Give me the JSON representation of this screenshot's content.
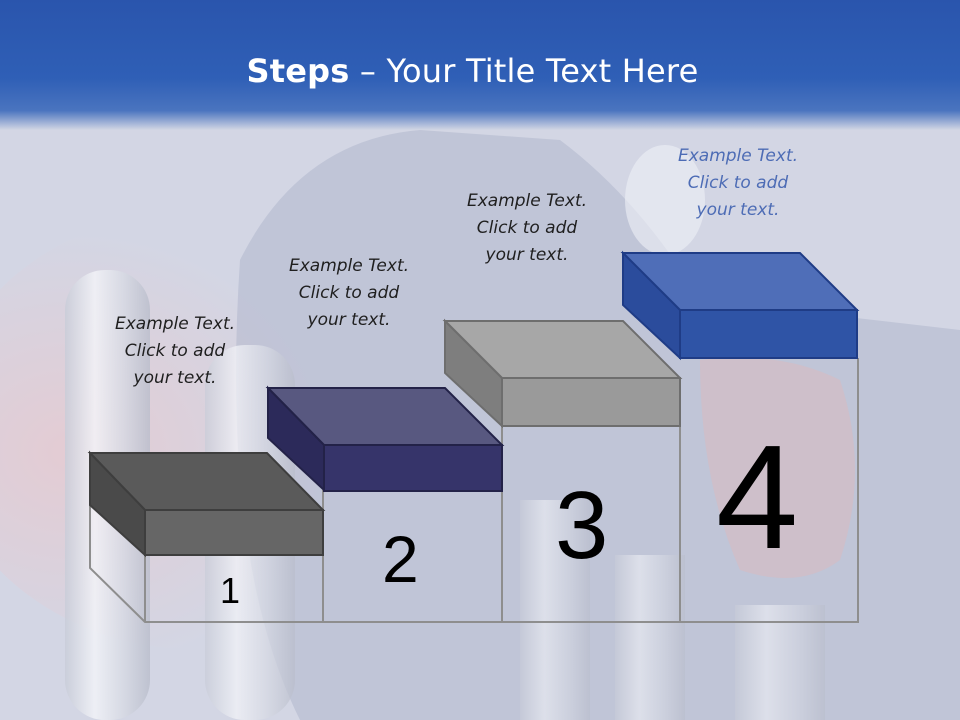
{
  "slide": {
    "title_bold": "Steps",
    "title_rest": " – Your Title Text Here"
  },
  "steps": [
    {
      "number": "1",
      "line1": "Example Text.",
      "line2": "Click  to add",
      "line3": "your text.",
      "color": "#666666"
    },
    {
      "number": "2",
      "line1": "Example Text.",
      "line2": "Click  to add",
      "line3": "your text.",
      "color": "#36346a"
    },
    {
      "number": "3",
      "line1": "Example Text.",
      "line2": "Click  to add",
      "line3": "your text.",
      "color": "#9a9a9a"
    },
    {
      "number": "4",
      "line1": "Example Text.",
      "line2": "Click  to add",
      "line3": "your text.",
      "color": "#2f54a6"
    }
  ]
}
